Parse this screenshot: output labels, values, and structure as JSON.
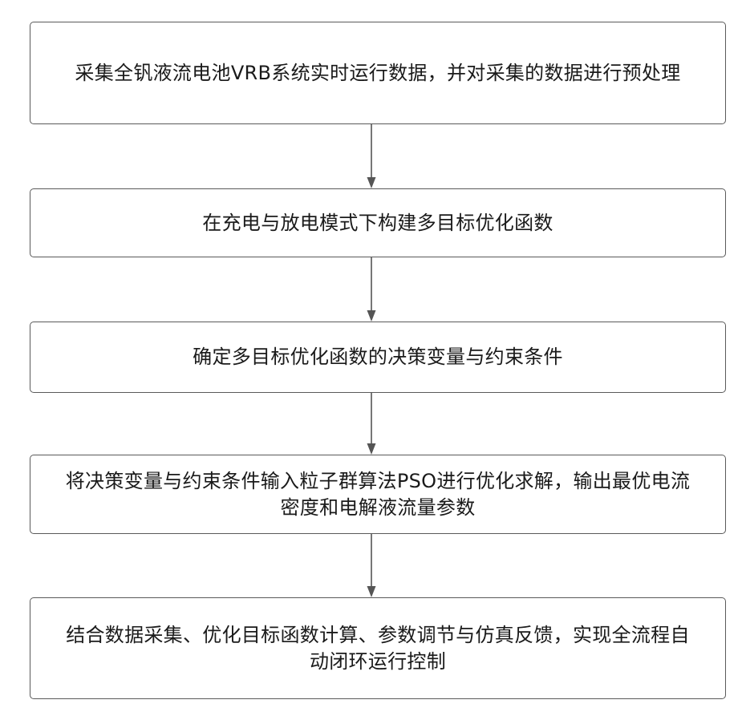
{
  "flowchart": {
    "steps": [
      {
        "text": "采集全钒液流电池VRB系统实时运行数据，并对采集的数据进行预处理"
      },
      {
        "text": "在充电与放电模式下构建多目标优化函数"
      },
      {
        "text": "确定多目标优化函数的决策变量与约束条件"
      },
      {
        "text": "将决策变量与约束条件输入粒子群算法PSO进行优化求解，输出最优电流密度和电解液流量参数"
      },
      {
        "text": "结合数据采集、优化目标函数计算、参数调节与仿真反馈，实现全流程自动闭环运行控制"
      }
    ]
  },
  "colors": {
    "border": "#5a5a5a",
    "arrow": "#555555",
    "text": "#1a1a1a",
    "background": "#ffffff"
  }
}
